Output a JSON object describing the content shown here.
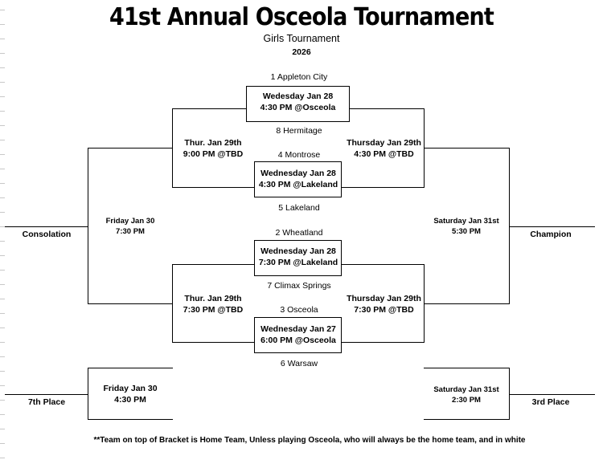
{
  "header": {
    "title": "41st Annual Osceola Tournament",
    "subtitle": "Girls Tournament",
    "year": "2026"
  },
  "first_round": [
    {
      "home": "1 Appleton City",
      "away": "8 Hermitage",
      "date": "Wedesday Jan 28",
      "time": "4:30 PM @Osceola"
    },
    {
      "home": "4 Montrose",
      "away": "5 Lakeland",
      "date": "Wednesday Jan 28",
      "time": "4:30 PM @Lakeland"
    },
    {
      "home": "2 Wheatland",
      "away": "7 Climax Springs",
      "date": "Wednesday Jan 28",
      "time": "7:30 PM @Lakeland"
    },
    {
      "home": "3 Osceola",
      "away": "6 Warsaw",
      "date": "Wednesday Jan 27",
      "time": "6:00 PM @Osceola"
    }
  ],
  "winner_semis": [
    {
      "date": "Thursday Jan 29th",
      "time": "4:30 PM @TBD"
    },
    {
      "date": "Thursday Jan 29th",
      "time": "7:30 PM @TBD"
    }
  ],
  "consolation_semis": [
    {
      "date": "Thur. Jan 29th",
      "time": "9:00 PM @TBD"
    },
    {
      "date": "Thur. Jan 29th",
      "time": "7:30 PM @TBD"
    }
  ],
  "championship": {
    "date": "Saturday Jan 31st",
    "time": "5:30 PM",
    "label": "Champion"
  },
  "consolation_final": {
    "date": "Friday Jan 30",
    "time": "7:30 PM",
    "label": "Consolation"
  },
  "third_place": {
    "date": "Saturday Jan 31st",
    "time": "2:30 PM",
    "label": "3rd Place"
  },
  "seventh_place": {
    "date": "Friday Jan 30",
    "time": "4:30 PM",
    "label": "7th Place"
  },
  "footnote": "**Team on top of Bracket is Home Team, Unless playing Osceola, who will always be the home team, and in white"
}
